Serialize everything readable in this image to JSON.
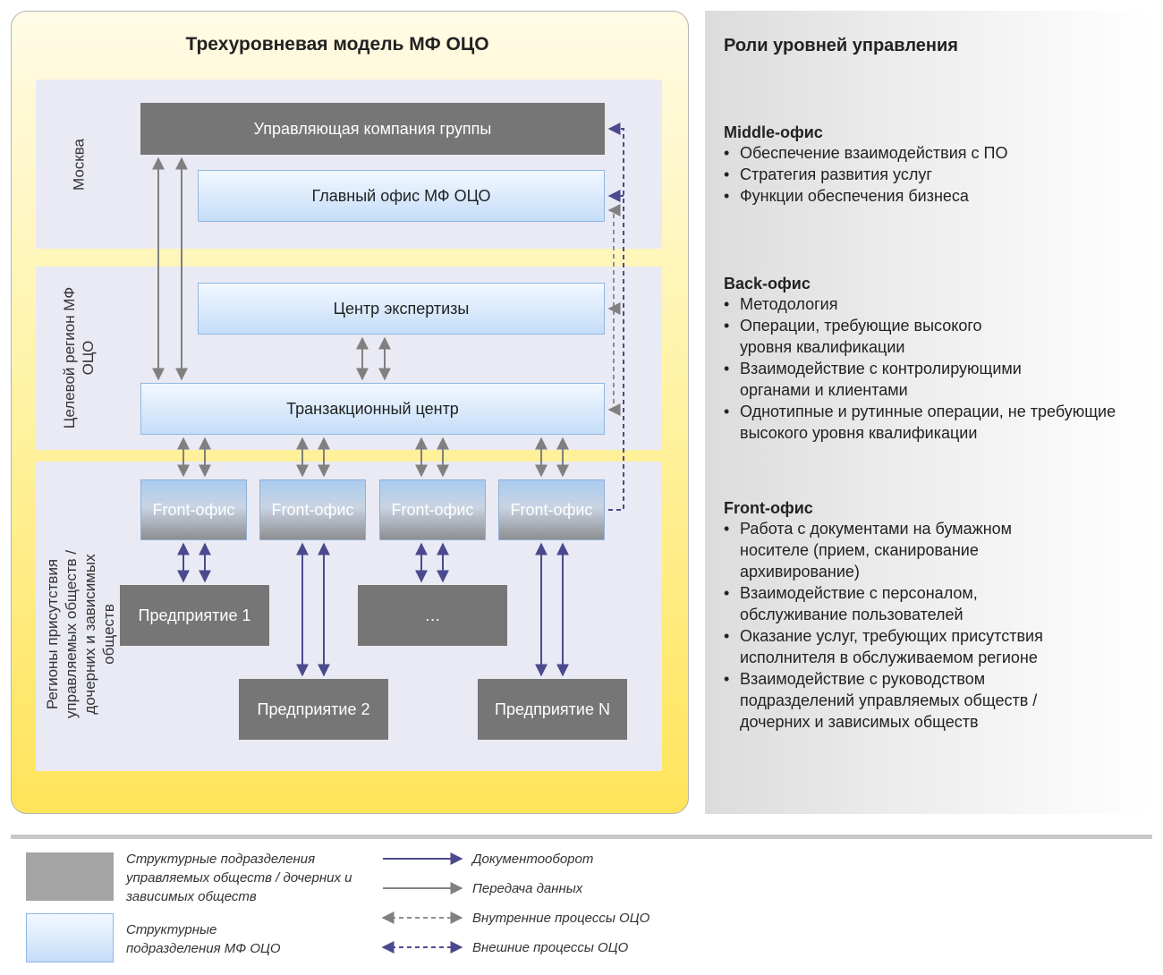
{
  "model": {
    "title": "Трехуровневая модель МФ ОЦО",
    "zones": {
      "moscow": "Москва",
      "target_region": "Целевой регион МФ ОЦО",
      "regions": "Регионы присутствия управляемых обществ / дочерних и зависимых обществ"
    },
    "boxes": {
      "group_company": "Управляющая компания группы",
      "main_office": "Главный офис МФ ОЦО",
      "expertise_center": "Центр экспертизы",
      "transaction_center": "Транзакционный центр",
      "front_office": "Front-офис",
      "enterprise_1": "Предприятие 1",
      "enterprise_2": "Предприятие 2",
      "enterprise_ellipsis": "…",
      "enterprise_n": "Предприятие N"
    }
  },
  "roles": {
    "title": "Роли уровней управления",
    "sections": [
      {
        "heading": "Middle-офис",
        "items": [
          "Обеспечение взаимодействия с ПО",
          "Стратегия развития услуг",
          "Функции обеспечения бизнеса"
        ]
      },
      {
        "heading": "Back-офис",
        "items": [
          "Методология",
          "Операции, требующие высокого уровня квалификации",
          "Взаимодействие с контролирующими органами и клиентами",
          "Однотипные и рутинные операции, не требующие высокого уровня квалификации"
        ]
      },
      {
        "heading": "Front-офис",
        "items": [
          "Работа с документами на бумажном носителе (прием, сканирование архивирование)",
          "Взаимодействие с персоналом, обслуживание пользователей",
          "Оказание услуг, требующих присутствия исполнителя в обслуживаемом регионе",
          "Взаимодействие с руководством подразделений управляемых обществ / дочерних и зависимых обществ"
        ]
      }
    ]
  },
  "legend": {
    "gray_box": "Структурные подразделения управляемых обществ / дочерних и зависимых обществ",
    "blue_box": "Структурные подразделения МФ ОЦО",
    "doc_flow": "Документооборот",
    "data_transfer": "Передача данных",
    "internal": "Внутренние процессы ОЦО",
    "external": "Внешние процессы ОЦО"
  },
  "colors": {
    "doc_flow": "#4b4a8e",
    "data_transfer": "#808080",
    "internal": "#909090",
    "external": "#4b4a8e"
  }
}
